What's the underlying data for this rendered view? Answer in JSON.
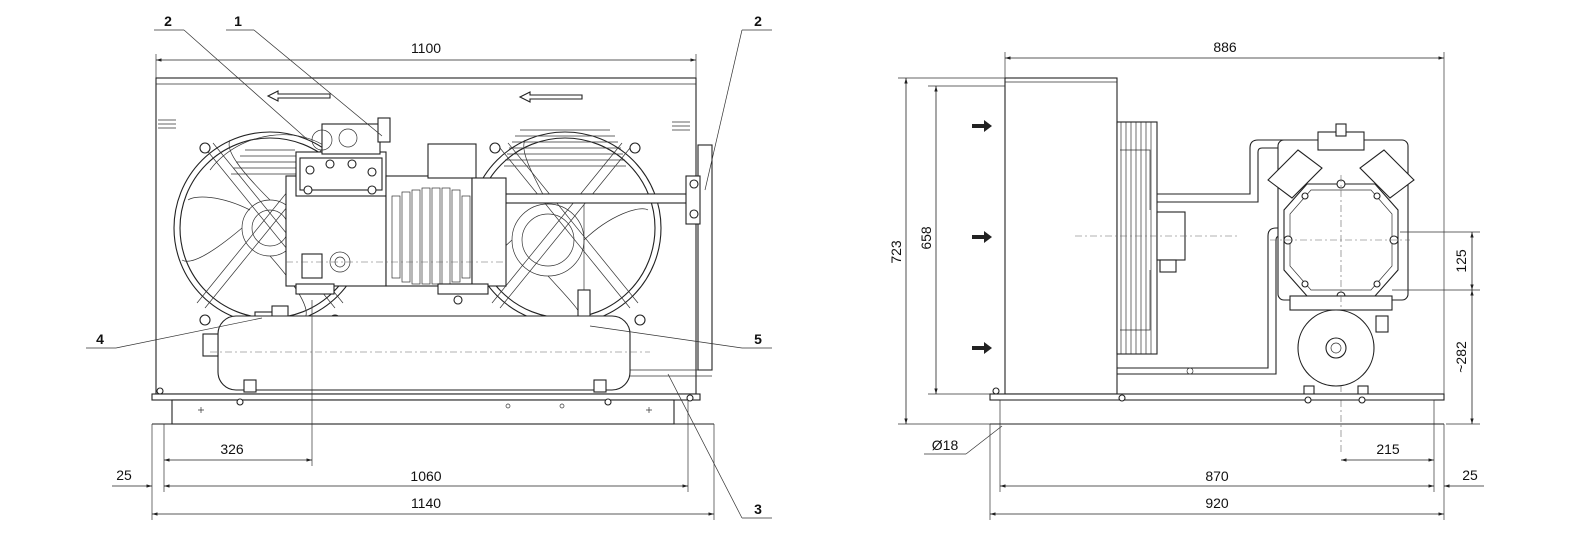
{
  "front_view": {
    "dims": {
      "width_top": "1100",
      "offset_left": "326",
      "edge_left": "25",
      "rail_length": "1060",
      "base_length": "1140"
    },
    "callouts": [
      "2",
      "1",
      "2",
      "4",
      "5",
      "3"
    ]
  },
  "side_view": {
    "dims": {
      "depth_top": "886",
      "height_total": "723",
      "height_coil": "658",
      "comp_height": "125",
      "comp_offset": "~282",
      "hole_dia": "Ø18",
      "comp_right": "215",
      "rail_depth": "870",
      "base_depth": "920",
      "edge_right": "25"
    }
  }
}
